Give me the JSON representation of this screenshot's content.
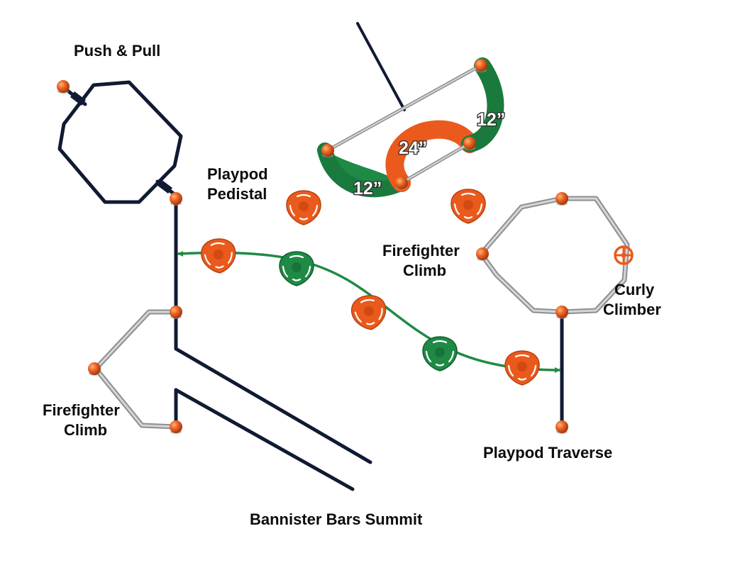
{
  "labels": {
    "push_pull": "Push & Pull",
    "playpod_pedistal_1": "Playpod",
    "playpod_pedistal_2": "Pedistal",
    "firefighter_climb_right_1": "Firefighter",
    "firefighter_climb_right_2": "Climb",
    "curly_climber_1": "Curly",
    "curly_climber_2": "Climber",
    "firefighter_climb_left_1": "Firefighter",
    "firefighter_climb_left_2": "Climb",
    "playpod_traverse": "Playpod Traverse",
    "bannister_bars_summit": "Bannister Bars Summit"
  },
  "measurements": {
    "upper": "12”",
    "middle": "24”",
    "lower": "12”"
  },
  "colors": {
    "frame": "#111a33",
    "rail": "#8c8e91",
    "orange": "#ea5a1c",
    "green": "#1f8a45",
    "traverse_line": "#1f8a45"
  },
  "icons": {
    "post_cap": "orange-ball-icon",
    "playpod": "triangle-pod-icon",
    "curly_wheel": "wheel-icon"
  }
}
